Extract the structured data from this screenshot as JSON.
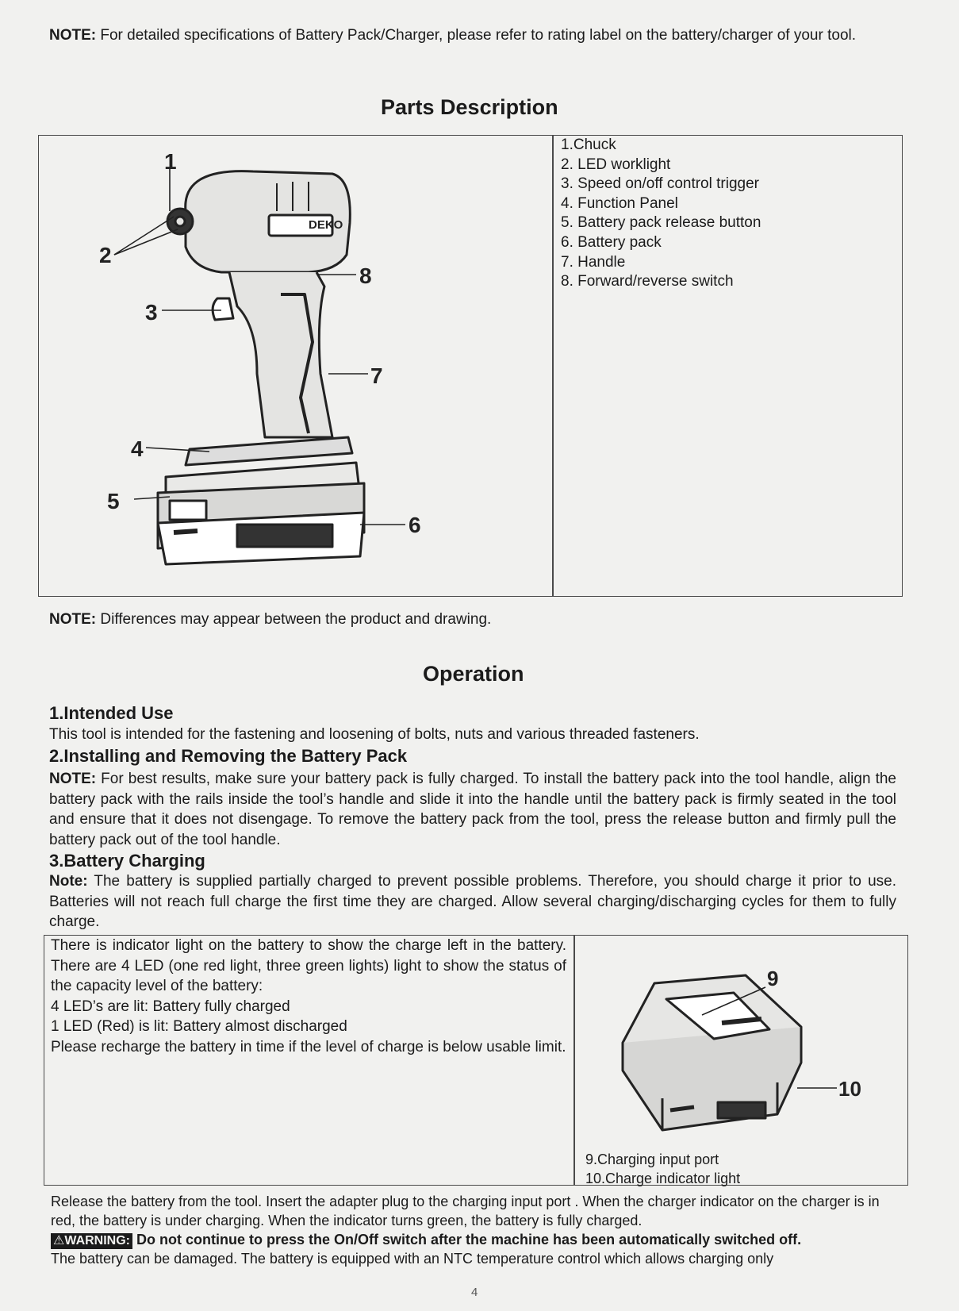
{
  "top_note": {
    "label": "NOTE:",
    "text": " For detailed specifications of Battery Pack/Charger, please refer to rating label on the battery/charger of your tool."
  },
  "parts": {
    "title": "Parts Description",
    "items": [
      "1.Chuck",
      "2. LED worklight",
      "3. Speed on/off control trigger",
      "4. Function Panel",
      "5. Battery pack release button",
      "6. Battery pack",
      "7. Handle",
      "8. Forward/reverse switch"
    ],
    "callouts": [
      "1",
      "2",
      "3",
      "4",
      "5",
      "6",
      "7",
      "8"
    ],
    "brand_label": "DEKO"
  },
  "diff_note": {
    "label": "NOTE:",
    "text": " Differences may appear between the product and drawing."
  },
  "operation": {
    "title": "Operation",
    "s1_heading": "1.Intended Use",
    "s1_text": "This tool is intended for the fastening and loosening of bolts, nuts and various threaded fasteners.",
    "s2_heading": "2.Installing and Removing the Battery Pack",
    "s2_label": "NOTE:",
    "s2_text": " For best results, make sure your battery pack is fully charged. To install the battery pack into the tool handle, align the battery pack with the rails inside the tool’s handle and slide it into the handle until the battery pack is firmly seated in the tool and ensure that it does not disengage. To remove the battery pack from the tool, press the release button and firmly pull the battery pack out of the tool handle.",
    "s3_heading": "3.Battery Charging",
    "s3_label": "Note:",
    "s3_text": " The battery is supplied partially charged to prevent possible problems. Therefore, you should charge it prior to use. Batteries will not reach full charge the first time they are charged. Allow several charging/discharging cycles for them to fully charge."
  },
  "battery_box": {
    "para": "There is indicator light on the battery to show the charge left in the battery. There are 4 LED (one red light, three green lights) light to show the status of the capacity level of the battery:",
    "line1": "4 LED’s are lit: Battery fully charged",
    "line2": "1 LED (Red) is lit: Battery almost discharged",
    "para2": "Please recharge the battery in time if the level of charge is below usable limit.",
    "callout_9": "9",
    "callout_10": "10",
    "label_9": "9.Charging input port",
    "label_10": "10.Charge indicator light"
  },
  "release": {
    "text": "Release the battery from the tool. Insert the adapter plug to the charging input port . When the charger indicator on the charger is in red, the battery is under charging. When the indicator turns green, the battery is fully charged.",
    "warning_badge": "⚠WARNING:",
    "warning_text": " Do not continue to press the On/Off switch after the machine has been automatically switched off.",
    "tail": "The battery can be damaged. The battery is equipped with an NTC temperature control which allows charging only"
  },
  "page_number": "4"
}
